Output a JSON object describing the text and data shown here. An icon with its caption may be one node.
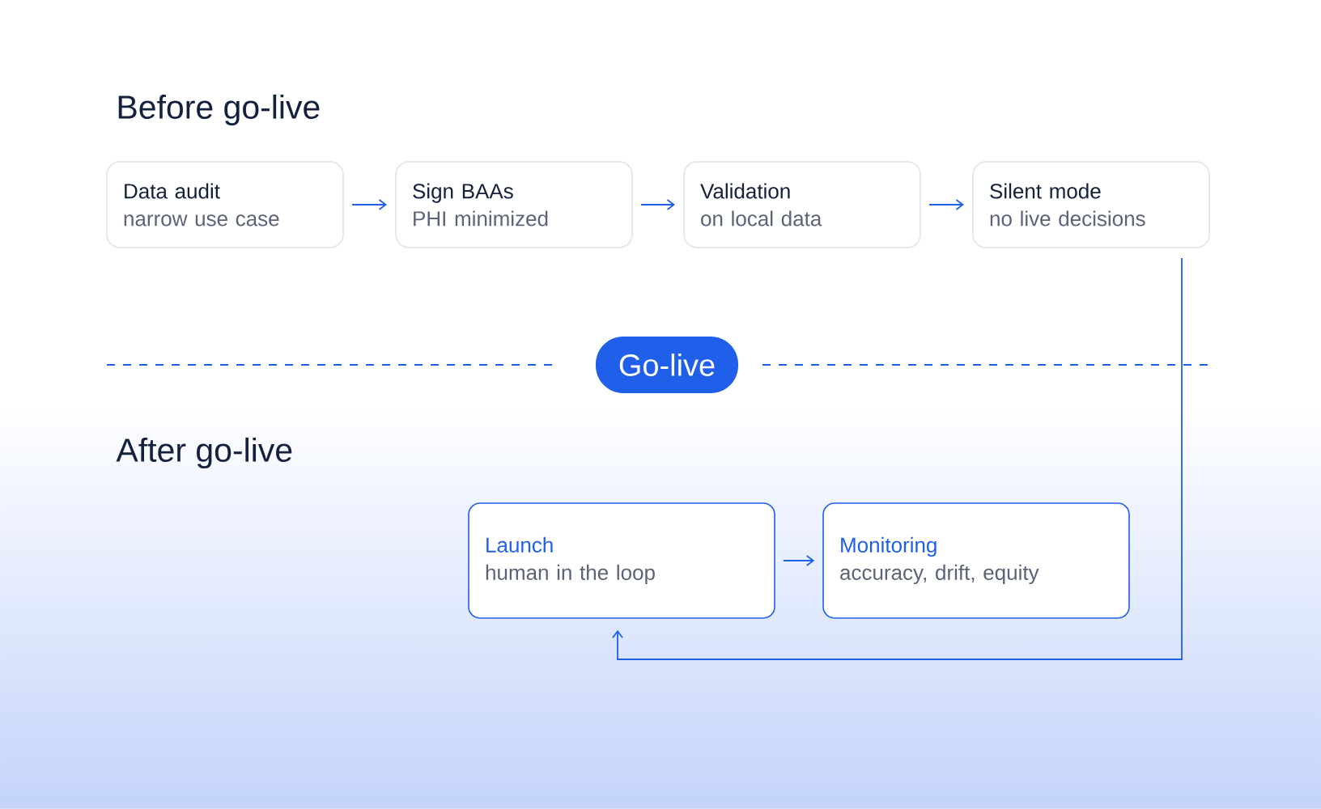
{
  "diagram": {
    "nodes": [
      {
        "text": [
          "Data audit",
          "narrow use case"
        ]
      },
      {
        "text": [
          "Sign BAAs",
          "PHI minimized"
        ]
      },
      {
        "text": [
          "Validation",
          "on local data"
        ]
      },
      {
        "text": [
          "Silent mode",
          "no live decisions"
        ]
      },
      {
        "text": [
          "Go-live"
        ]
      },
      {
        "text": [
          "Launch",
          "human in the loop"
        ]
      },
      {
        "text": [
          "Monitoring",
          "accuracy, drift, equity"
        ]
      }
    ],
    "edges": [
      {
        "from": 0,
        "to": 1,
        "arrow": "to"
      },
      {
        "from": 1,
        "to": 2,
        "arrow": "to"
      },
      {
        "from": 2,
        "to": 3,
        "arrow": "to"
      },
      {
        "from": 5,
        "to": 6,
        "arrow": "to"
      },
      {
        "from": 3,
        "to": 5,
        "arrow": "to"
      }
    ],
    "labels": [
      "Before go-live",
      "After go-live"
    ]
  }
}
